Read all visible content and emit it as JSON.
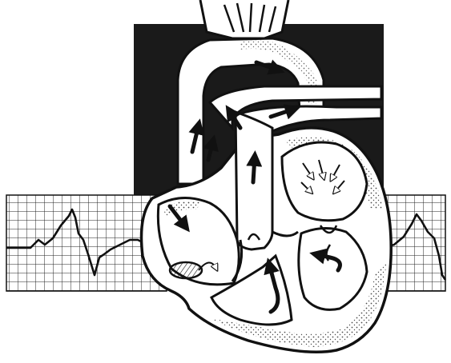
{
  "illustration": {
    "subject": "heart-with-ecg-background",
    "colors": {
      "ink": "#111111",
      "paper": "#ffffff",
      "backdrop": "#1a1a1a",
      "grid_line": "#222222"
    },
    "flow_arrow_count": 16,
    "ecg_strips": [
      "left",
      "right"
    ]
  }
}
